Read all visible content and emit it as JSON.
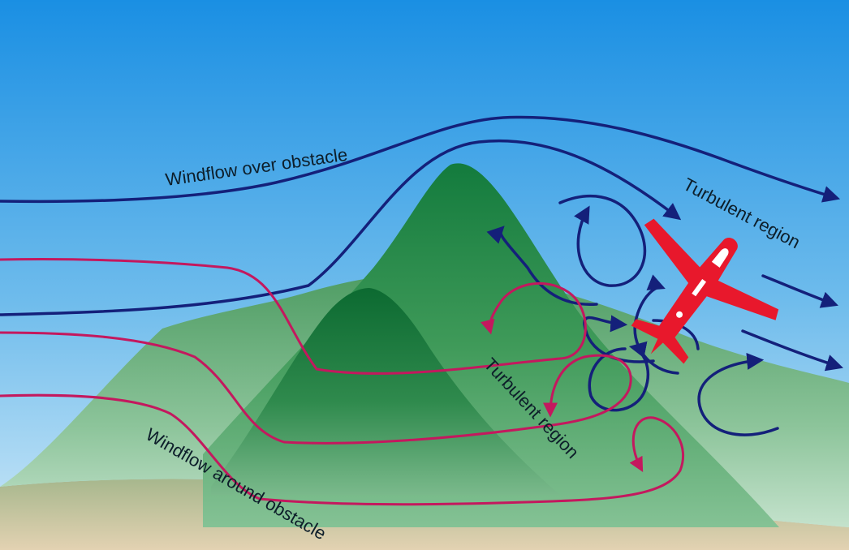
{
  "labels": {
    "windflow_over": "Windflow over obstacle",
    "windflow_around": "Windflow around obstacle",
    "turbulent_upper": "Turbulent region",
    "turbulent_lower": "Turbulent region"
  },
  "colors": {
    "sky_top": "#1590e2",
    "sky_bottom": "#c9e6f7",
    "mountain_light": "#5cae72",
    "mountain_dark": "#0f6e35",
    "ground": "#c8b98f",
    "over_flow": "#14207a",
    "around_flow": "#c4185e",
    "aircraft": "#e8182c"
  },
  "icons": {
    "aircraft": "small-airplane-icon"
  }
}
